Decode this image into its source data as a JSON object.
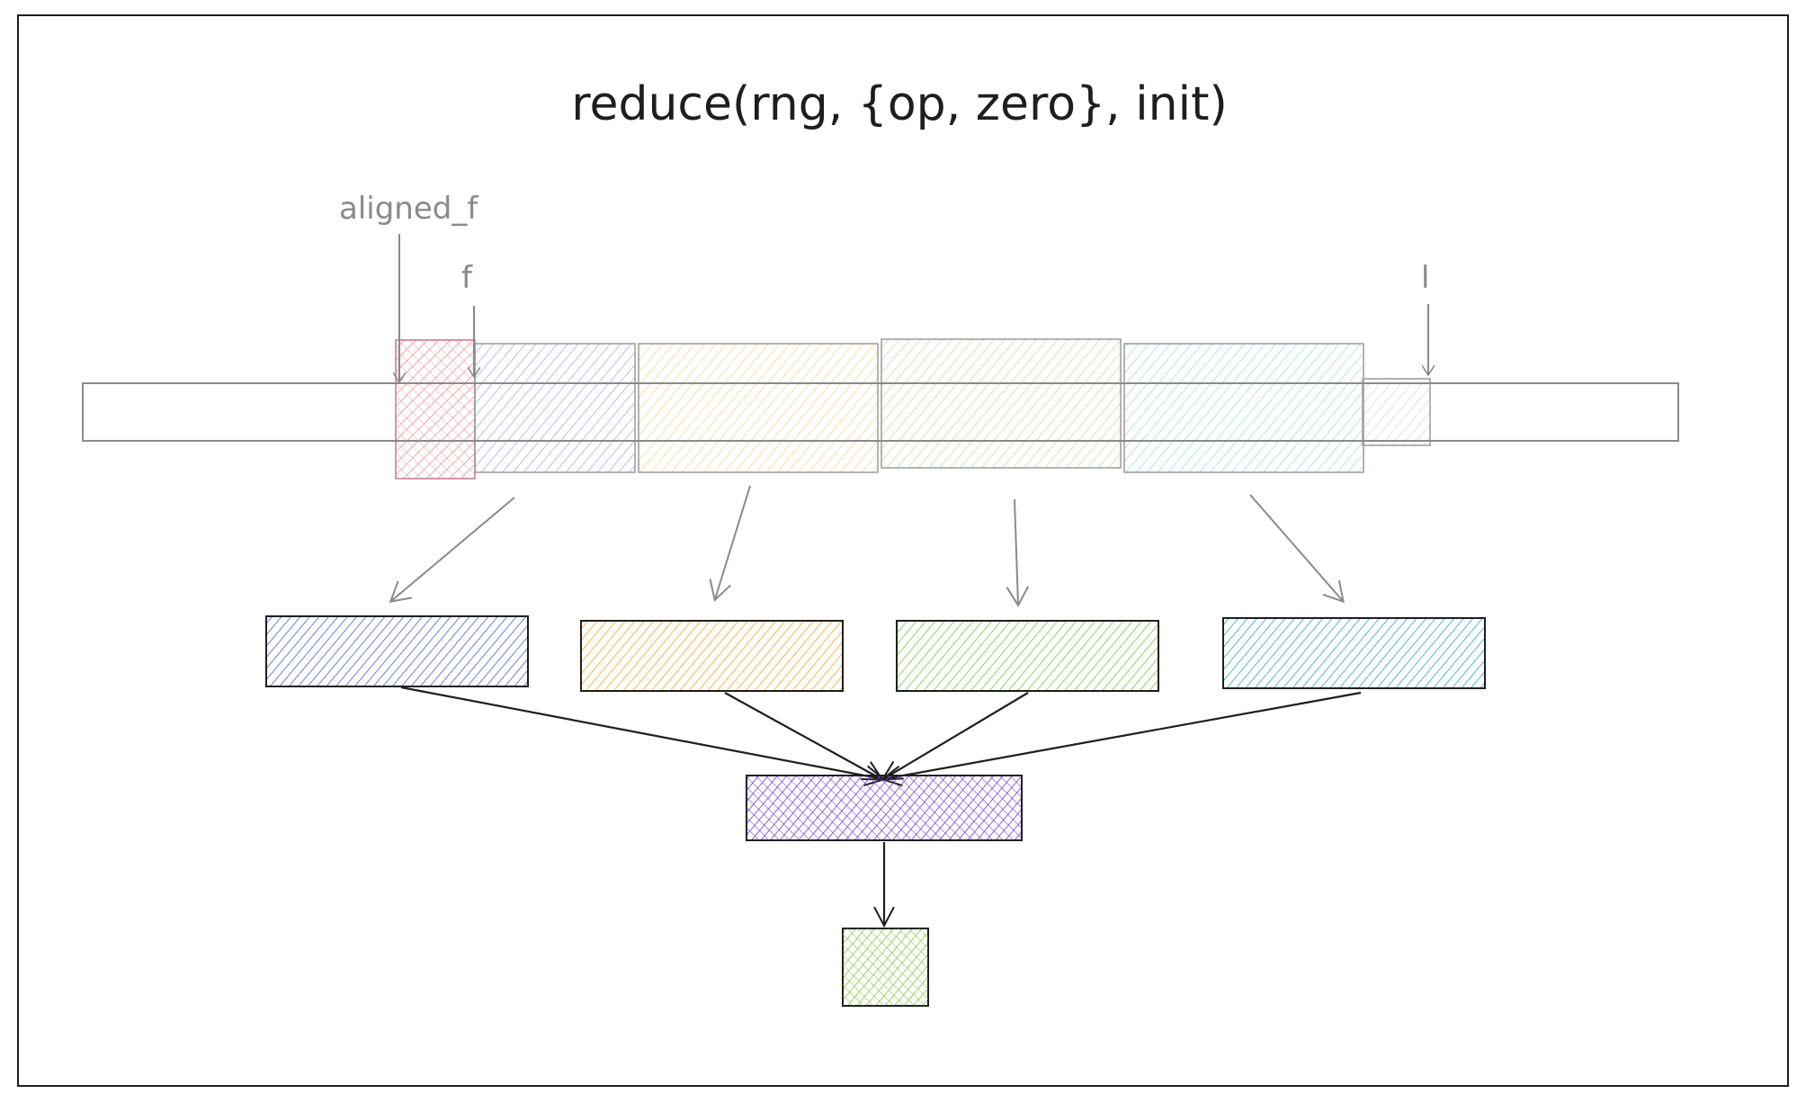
{
  "title": "reduce(rng, {op, zero}, init)",
  "labels": {
    "aligned_f": "aligned_f",
    "f": "f",
    "l": "l"
  },
  "colors": {
    "frame": "#1e1e1e",
    "guide": "#8a8a8a",
    "prefix": "#e8919b",
    "chunk_blue": "#4a5fd6",
    "chunk_orange": "#f5a623",
    "chunk_green": "#7cc242",
    "chunk_teal": "#2aa7bd",
    "combined": "#6a3cd6",
    "result": "#86c53f"
  }
}
